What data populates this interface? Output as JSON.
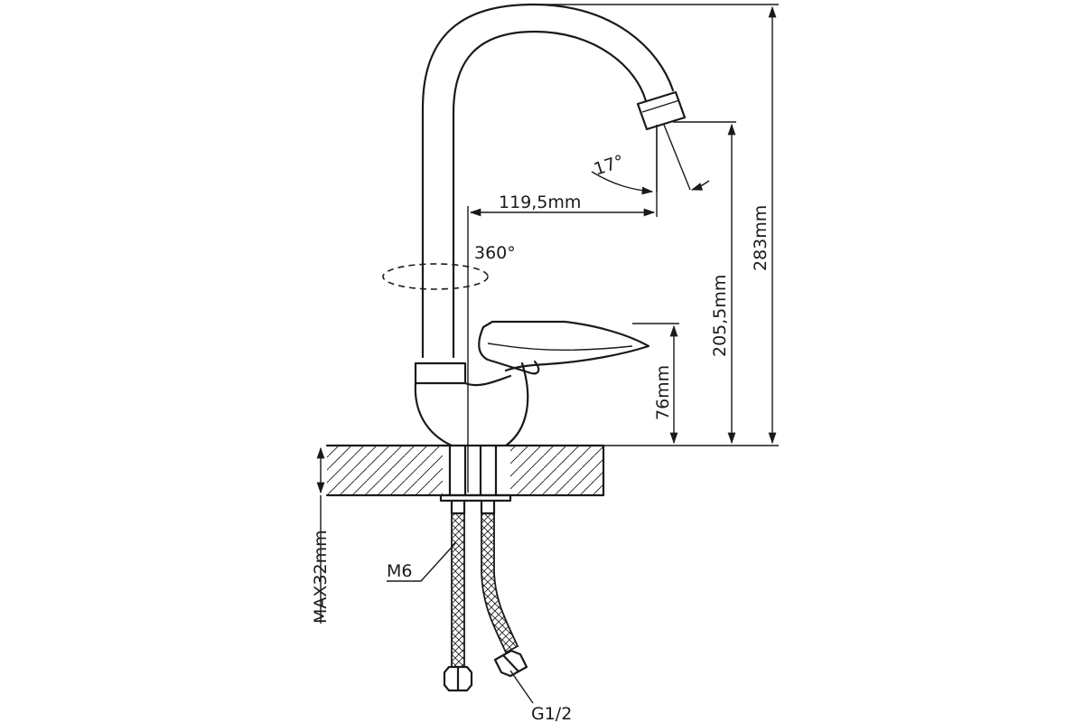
{
  "labels": {
    "height_total": "283mm",
    "height_spout": "205,5mm",
    "height_body": "76mm",
    "reach": "119,5mm",
    "swivel": "360°",
    "angle": "17°",
    "max_thickness": "MAX32mm",
    "thread_stud": "M6",
    "thread_hose": "G1/2"
  },
  "colors": {
    "line": "#1a1a1a",
    "background": "#ffffff"
  }
}
